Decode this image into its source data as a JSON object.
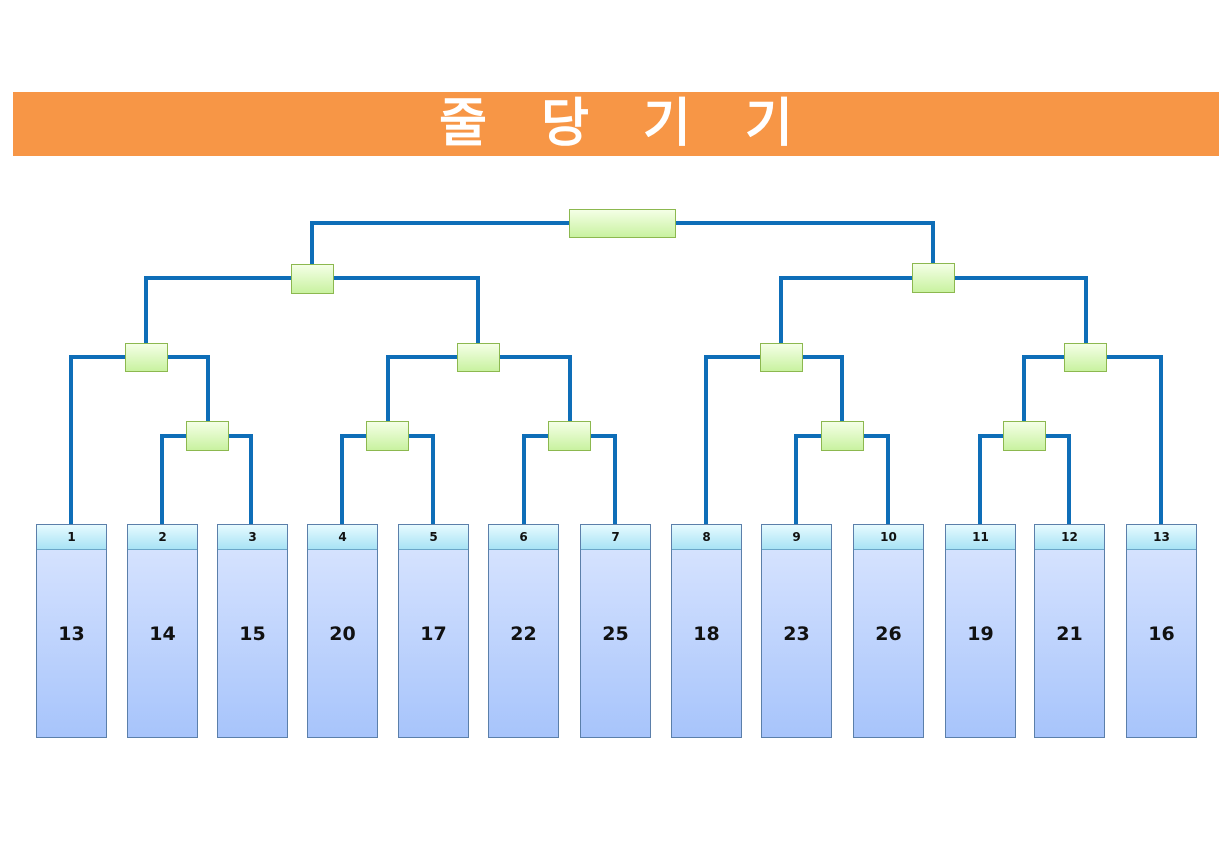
{
  "title": "줄 당 기 기",
  "colors": {
    "title_bg": "#f79646",
    "title_text": "#ffffff",
    "bracket_line": "#0e6eb8",
    "match_box": "#d6f5b8",
    "card": "#c2d6fd",
    "seed_header": "#bdeaf7"
  },
  "players": [
    {
      "seed": "1",
      "name": "13"
    },
    {
      "seed": "2",
      "name": "14"
    },
    {
      "seed": "3",
      "name": "15"
    },
    {
      "seed": "4",
      "name": "20"
    },
    {
      "seed": "5",
      "name": "17"
    },
    {
      "seed": "6",
      "name": "22"
    },
    {
      "seed": "7",
      "name": "25"
    },
    {
      "seed": "8",
      "name": "18"
    },
    {
      "seed": "9",
      "name": "23"
    },
    {
      "seed": "10",
      "name": "26"
    },
    {
      "seed": "11",
      "name": "19"
    },
    {
      "seed": "12",
      "name": "21"
    },
    {
      "seed": "13",
      "name": "16"
    }
  ],
  "match_count": 12
}
